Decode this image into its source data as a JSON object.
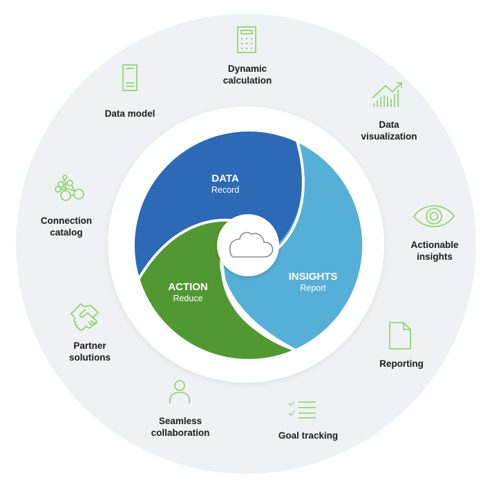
{
  "colors": {
    "outer_ring": "#eef2f5",
    "inner_ring": "#ffffff",
    "data": "#2d6ab6",
    "insights": "#56afd6",
    "action": "#529832",
    "icon_green": "#8bd05e",
    "label_text": "#1a1a1a",
    "cloud_stroke": "#8a8a8a"
  },
  "center": {
    "icon": "cloud-icon",
    "segments": [
      {
        "id": "data",
        "title": "DATA",
        "subtitle": "Record"
      },
      {
        "id": "insights",
        "title": "INSIGHTS",
        "subtitle": "Report"
      },
      {
        "id": "action",
        "title": "ACTION",
        "subtitle": "Reduce"
      }
    ]
  },
  "features": [
    {
      "id": "dynamic-calculation",
      "icon": "calculator-icon",
      "line1": "Dynamic",
      "line2": "calculation"
    },
    {
      "id": "data-model",
      "icon": "document-icon",
      "line1": "Data model",
      "line2": ""
    },
    {
      "id": "data-visualization",
      "icon": "chart-trend-icon",
      "line1": "Data",
      "line2": "visualization"
    },
    {
      "id": "connection-catalog",
      "icon": "network-nodes-icon",
      "line1": "Connection",
      "line2": "catalog"
    },
    {
      "id": "actionable-insights",
      "icon": "eye-icon",
      "line1": "Actionable",
      "line2": "insights"
    },
    {
      "id": "partner-solutions",
      "icon": "handshake-icon",
      "line1": "Partner",
      "line2": "solutions"
    },
    {
      "id": "reporting",
      "icon": "page-icon",
      "line1": "Reporting",
      "line2": ""
    },
    {
      "id": "seamless-collaboration",
      "icon": "person-icon",
      "line1": "Seamless",
      "line2": "collaboration"
    },
    {
      "id": "goal-tracking",
      "icon": "checklist-icon",
      "line1": "Goal tracking",
      "line2": ""
    }
  ]
}
